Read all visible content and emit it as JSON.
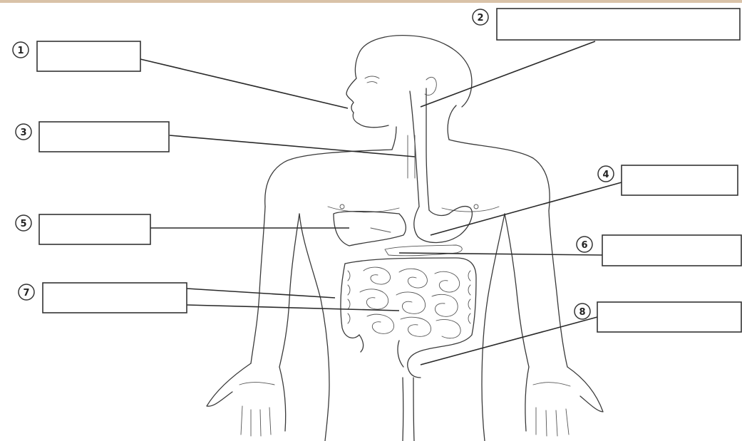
{
  "labels": [
    {
      "number": "1",
      "answer": ""
    },
    {
      "number": "2",
      "answer": ""
    },
    {
      "number": "3",
      "answer": ""
    },
    {
      "number": "4",
      "answer": ""
    },
    {
      "number": "5",
      "answer": ""
    },
    {
      "number": "6",
      "answer": ""
    },
    {
      "number": "7",
      "answer": ""
    },
    {
      "number": "8",
      "answer": ""
    }
  ],
  "colors": {
    "line": "#3a3a3a",
    "background": "#ffffff",
    "top_bar": "#d9c2a8"
  }
}
